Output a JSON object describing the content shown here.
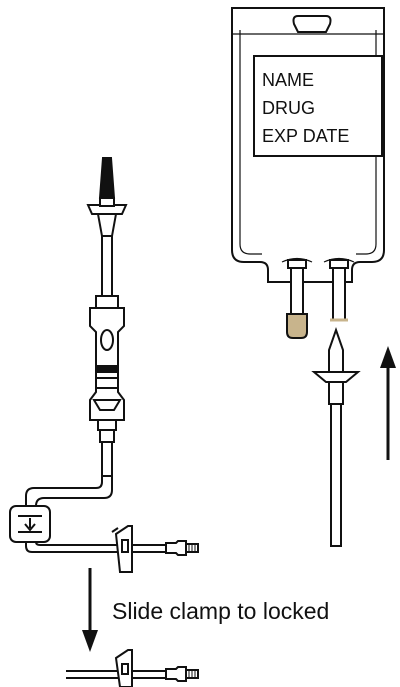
{
  "iv_bag": {
    "label_lines": [
      "NAME",
      "DRUG",
      "EXP DATE"
    ]
  },
  "clamp_instruction": "Slide clamp to locked",
  "colors": {
    "stroke": "#111111",
    "port_cap": "#c8b48c",
    "tube": "#ffffff"
  }
}
